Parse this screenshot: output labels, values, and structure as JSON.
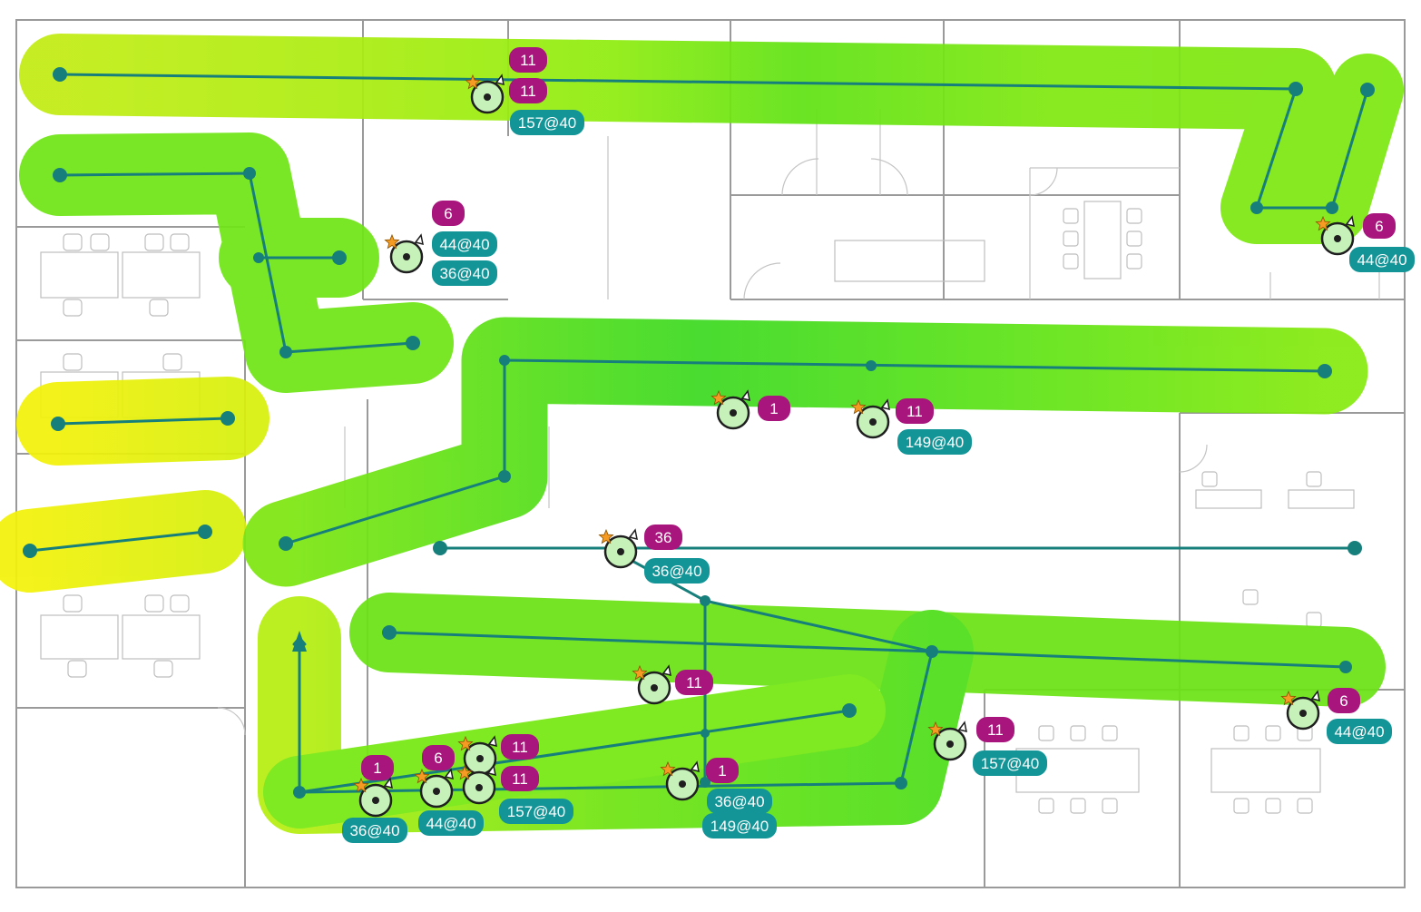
{
  "colors": {
    "channel_badge": "#a8157c",
    "band_badge": "#139597",
    "survey_path": "#177f7b",
    "heat_strong": "#1fd42e",
    "heat_good": "#6fe80f",
    "heat_fair": "#b7ee12",
    "heat_weak": "#eef20a",
    "ap_star": "#f59a23"
  },
  "access_points": [
    {
      "id": "ap-top-center",
      "channel": "11",
      "band": "157@40",
      "extra_channel": "11"
    },
    {
      "id": "ap-upper-left",
      "channel": "6",
      "band": "44@40",
      "extra_band": "36@40"
    },
    {
      "id": "ap-top-right",
      "channel": "6",
      "band": "44@40"
    },
    {
      "id": "ap-center-left",
      "channel": "1"
    },
    {
      "id": "ap-center",
      "channel": "11",
      "band": "149@40"
    },
    {
      "id": "ap-mid-left",
      "channel": "36",
      "band": "36@40"
    },
    {
      "id": "ap-lower-mid",
      "channel": "11"
    },
    {
      "id": "ap-right",
      "channel": "6",
      "band": "44@40"
    },
    {
      "id": "ap-lower-center-right",
      "channel": "11",
      "band": "157@40"
    },
    {
      "id": "ap-bottom-1",
      "channel": "1",
      "band": "36@40"
    },
    {
      "id": "ap-bottom-2",
      "channel": "6",
      "band": "44@40"
    },
    {
      "id": "ap-bottom-3",
      "channel": "11",
      "band": "157@40",
      "extra_channel": "11"
    },
    {
      "id": "ap-bottom-4",
      "channel": "1",
      "band": "36@40",
      "extra_band": "149@40"
    }
  ]
}
